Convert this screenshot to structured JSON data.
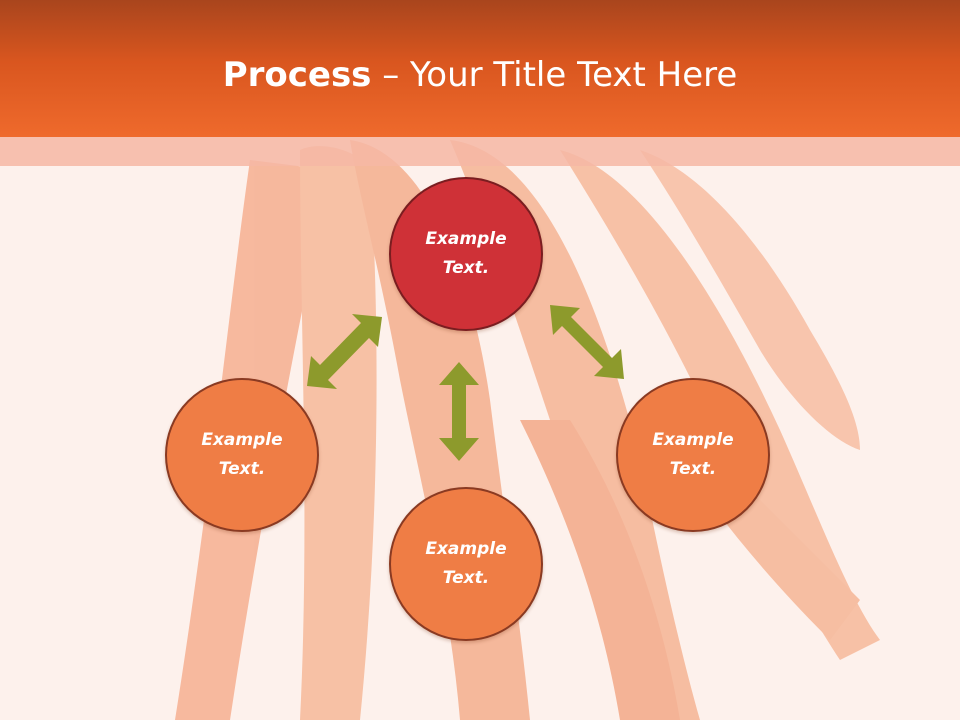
{
  "title": {
    "bold": "Process",
    "rest": " – Your Title Text Here"
  },
  "nodes": {
    "top": "Example Text.",
    "left": "Example Text.",
    "right": "Example Text.",
    "bottom": "Example Text."
  },
  "colors": {
    "header": "#ef6a2c",
    "node_highlight": "#cf3137",
    "node": "#ef7d45",
    "arrow": "#8d9a2c"
  }
}
